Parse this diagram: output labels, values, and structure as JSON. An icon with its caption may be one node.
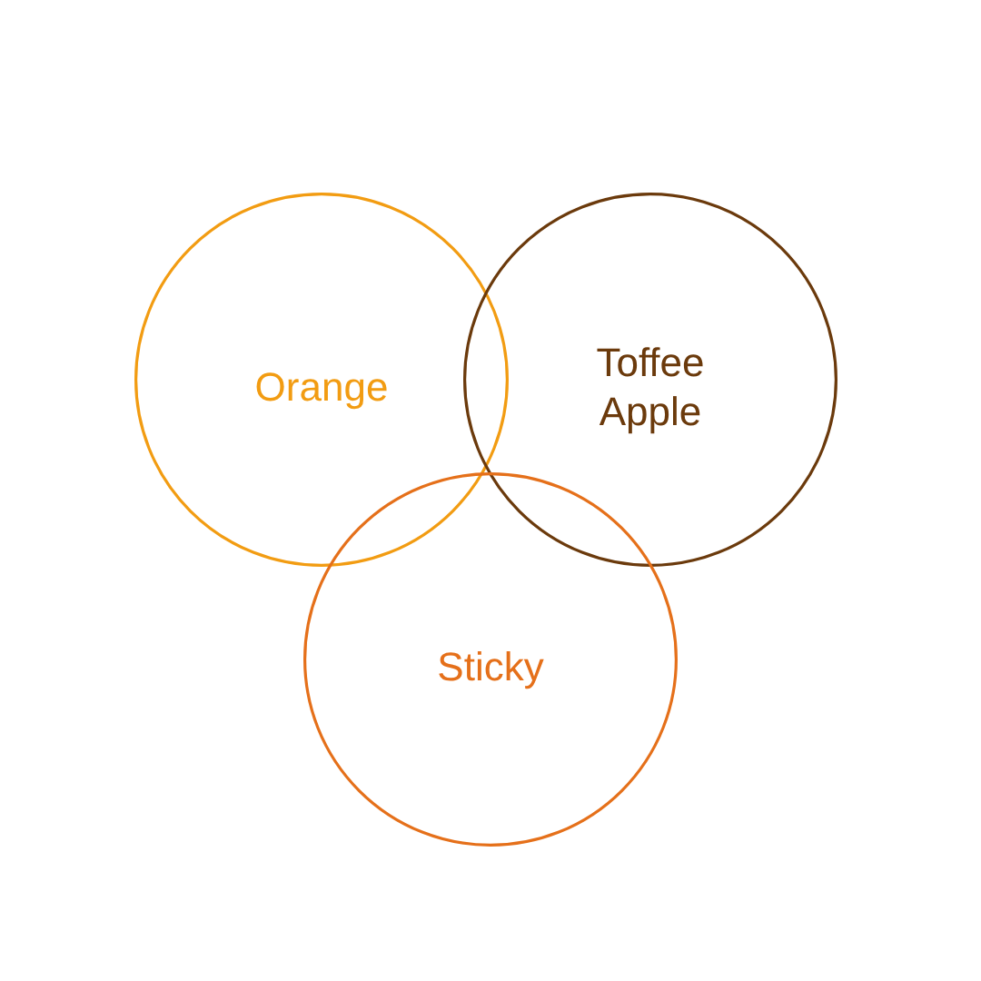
{
  "diagram": {
    "nodes": [
      {
        "text": [
          "Orange"
        ]
      },
      {
        "text": [
          "Toffee Apple"
        ]
      },
      {
        "text": [
          "Sticky"
        ]
      }
    ]
  }
}
